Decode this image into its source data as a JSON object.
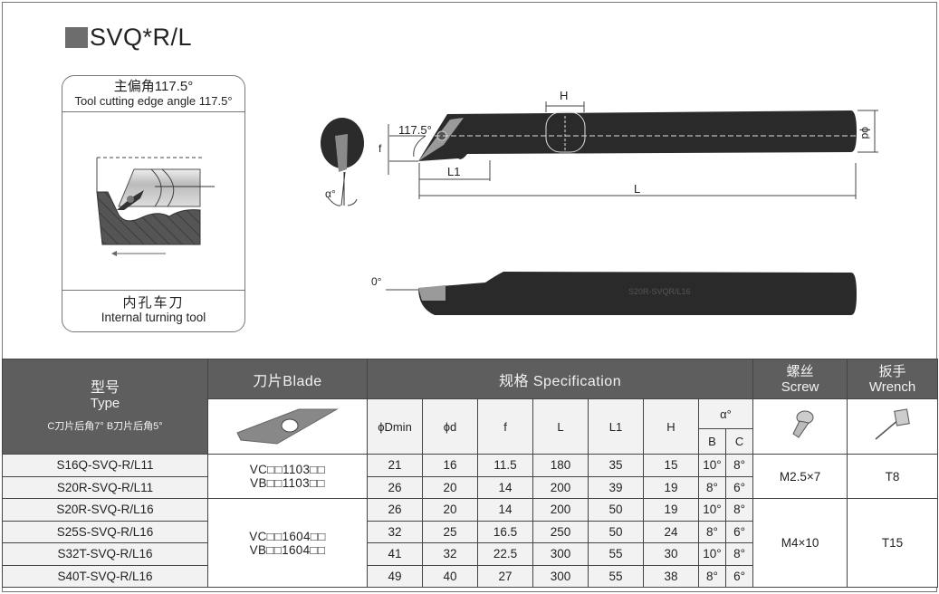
{
  "title": "SVQ*R/L",
  "card": {
    "angle_cn": "主偏角117.5°",
    "angle_en": "Tool cutting edge angle 117.5°",
    "type_cn": "内孔车刀",
    "type_en": "Internal turning tool"
  },
  "diagram": {
    "labels": {
      "angle": "117.5°",
      "f": "f",
      "L1": "L1",
      "L": "L",
      "H": "H",
      "phi_d": "ϕd",
      "alpha": "α°",
      "zero": "0°",
      "engraving": "S20R-SVQR/L16"
    }
  },
  "table": {
    "headers": {
      "type_cn": "型号",
      "type_en": "Type",
      "type_note": "C刀片后角7°  B刀片后角5°",
      "blade": "刀片Blade",
      "spec": "规格 Specification",
      "screw_cn": "螺丝",
      "screw_en": "Screw",
      "wrench_cn": "扳手",
      "wrench_en": "Wrench",
      "dmin": "ϕDmin",
      "d": "ϕd",
      "f": "f",
      "L": "L",
      "L1": "L1",
      "H": "H",
      "alpha": "α°",
      "B": "B",
      "C": "C"
    },
    "blade_groups": [
      {
        "line1": "VC□□1103□□",
        "line2": "VB□□1103□□",
        "screw": "M2.5×7",
        "wrench": "T8"
      },
      {
        "line1": "VC□□1604□□",
        "line2": "VB□□1604□□",
        "screw": "M4×10",
        "wrench": "T15"
      }
    ],
    "rows": [
      {
        "type": "S16Q-SVQ-R/L11",
        "dmin": "21",
        "d": "16",
        "f": "11.5",
        "L": "180",
        "L1": "35",
        "H": "15",
        "B": "10°",
        "C": "8°"
      },
      {
        "type": "S20R-SVQ-R/L11",
        "dmin": "26",
        "d": "20",
        "f": "14",
        "L": "200",
        "L1": "39",
        "H": "19",
        "B": "8°",
        "C": "6°"
      },
      {
        "type": "S20R-SVQ-R/L16",
        "dmin": "26",
        "d": "20",
        "f": "14",
        "L": "200",
        "L1": "50",
        "H": "19",
        "B": "10°",
        "C": "8°"
      },
      {
        "type": "S25S-SVQ-R/L16",
        "dmin": "32",
        "d": "25",
        "f": "16.5",
        "L": "250",
        "L1": "50",
        "H": "24",
        "B": "8°",
        "C": "6°"
      },
      {
        "type": "S32T-SVQ-R/L16",
        "dmin": "41",
        "d": "32",
        "f": "22.5",
        "L": "300",
        "L1": "55",
        "H": "30",
        "B": "10°",
        "C": "8°"
      },
      {
        "type": "S40T-SVQ-R/L16",
        "dmin": "49",
        "d": "40",
        "f": "27",
        "L": "300",
        "L1": "55",
        "H": "38",
        "B": "8°",
        "C": "6°"
      }
    ]
  }
}
